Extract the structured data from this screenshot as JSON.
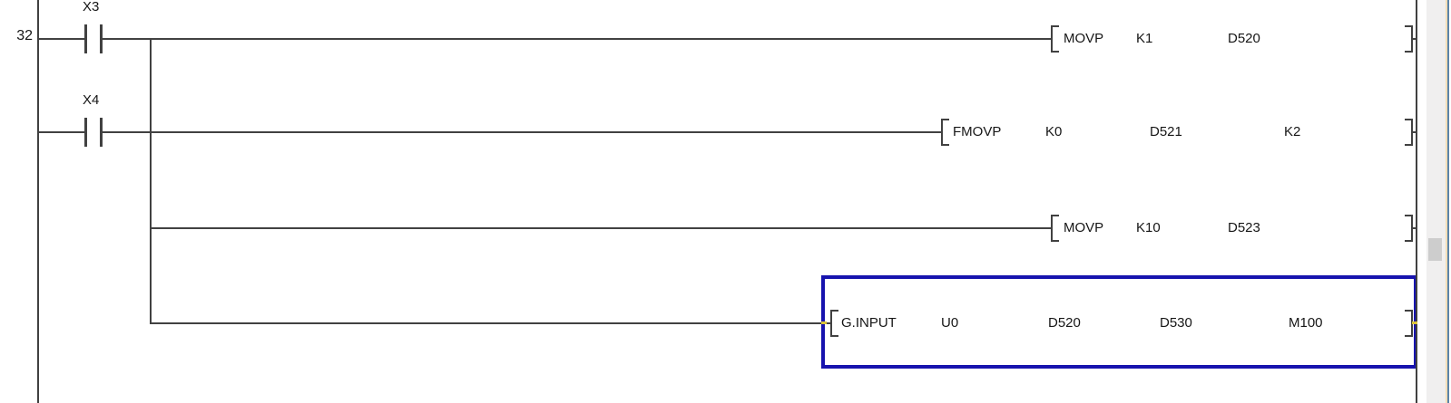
{
  "editor": {
    "rung_number": "32",
    "contacts": [
      {
        "label": "X3"
      },
      {
        "label": "X4"
      }
    ],
    "branches": [
      {
        "instruction": "MOVP",
        "operands": [
          "K1",
          "D520"
        ]
      },
      {
        "instruction": "FMOVP",
        "operands": [
          "K0",
          "D521",
          "K2"
        ]
      },
      {
        "instruction": "MOVP",
        "operands": [
          "K10",
          "D523"
        ]
      },
      {
        "instruction": "G.INPUT",
        "operands": [
          "U0",
          "D520",
          "D530",
          "M100"
        ],
        "selected": true
      }
    ]
  },
  "colors": {
    "wire": "#414141",
    "text": "#161616",
    "selection_border": "#1713ae",
    "connection_marker": "#d9c23a",
    "scrollbar_track": "#f0efef",
    "scrollbar_thumb": "#cdcdcd",
    "window_edge_tan": "#f3deb8",
    "window_edge_blue": "#5b84a8"
  },
  "scrollbar": {
    "orientation": "vertical"
  }
}
